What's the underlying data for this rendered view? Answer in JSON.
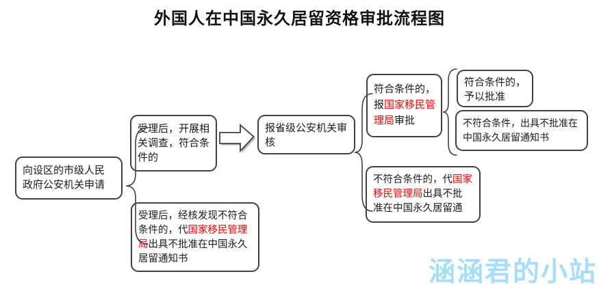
{
  "title": "外国人在中国永久居留资格审批流程图",
  "watermark": "涵涵君的小站",
  "colors": {
    "highlight": "#ff0000",
    "box_border": "#3f3f3f",
    "watermark": "#a6defa"
  },
  "flowchart": {
    "boxes": [
      {
        "id": "apply",
        "segments": [
          {
            "t": "向设区的市级人民\n政府公安机关申请"
          }
        ]
      },
      {
        "id": "investigate",
        "segments": [
          {
            "t": "受理后，开展相\n关调查，符合条\n件的"
          }
        ]
      },
      {
        "id": "provincial-review",
        "segments": [
          {
            "t": "报省级公安机关审\n核"
          }
        ]
      },
      {
        "id": "submit-approval",
        "segments": [
          {
            "t": "符合条件的，\n报"
          },
          {
            "t": "国家移民管\n理局",
            "hl": true
          },
          {
            "t": "审批"
          }
        ]
      },
      {
        "id": "approved",
        "segments": [
          {
            "t": "符合条件的，\n予以批准"
          }
        ]
      },
      {
        "id": "rejection-notice",
        "segments": [
          {
            "t": "不符合条件，出具不批准在\n中国永久居留通知书"
          }
        ]
      },
      {
        "id": "reject-submit",
        "segments": [
          {
            "t": "不符合条件的，代"
          },
          {
            "t": "国家\n移民管理局",
            "hl": true
          },
          {
            "t": "出具不批\n准在中国永久居留通"
          }
        ]
      },
      {
        "id": "reject-after-accept",
        "segments": [
          {
            "t": "受理后，经核发现不符合\n条件的，代"
          },
          {
            "t": "国家移民管理\n局",
            "hl": true
          },
          {
            "t": "出具不批准在中国永久\n居留通知书"
          }
        ]
      }
    ]
  }
}
